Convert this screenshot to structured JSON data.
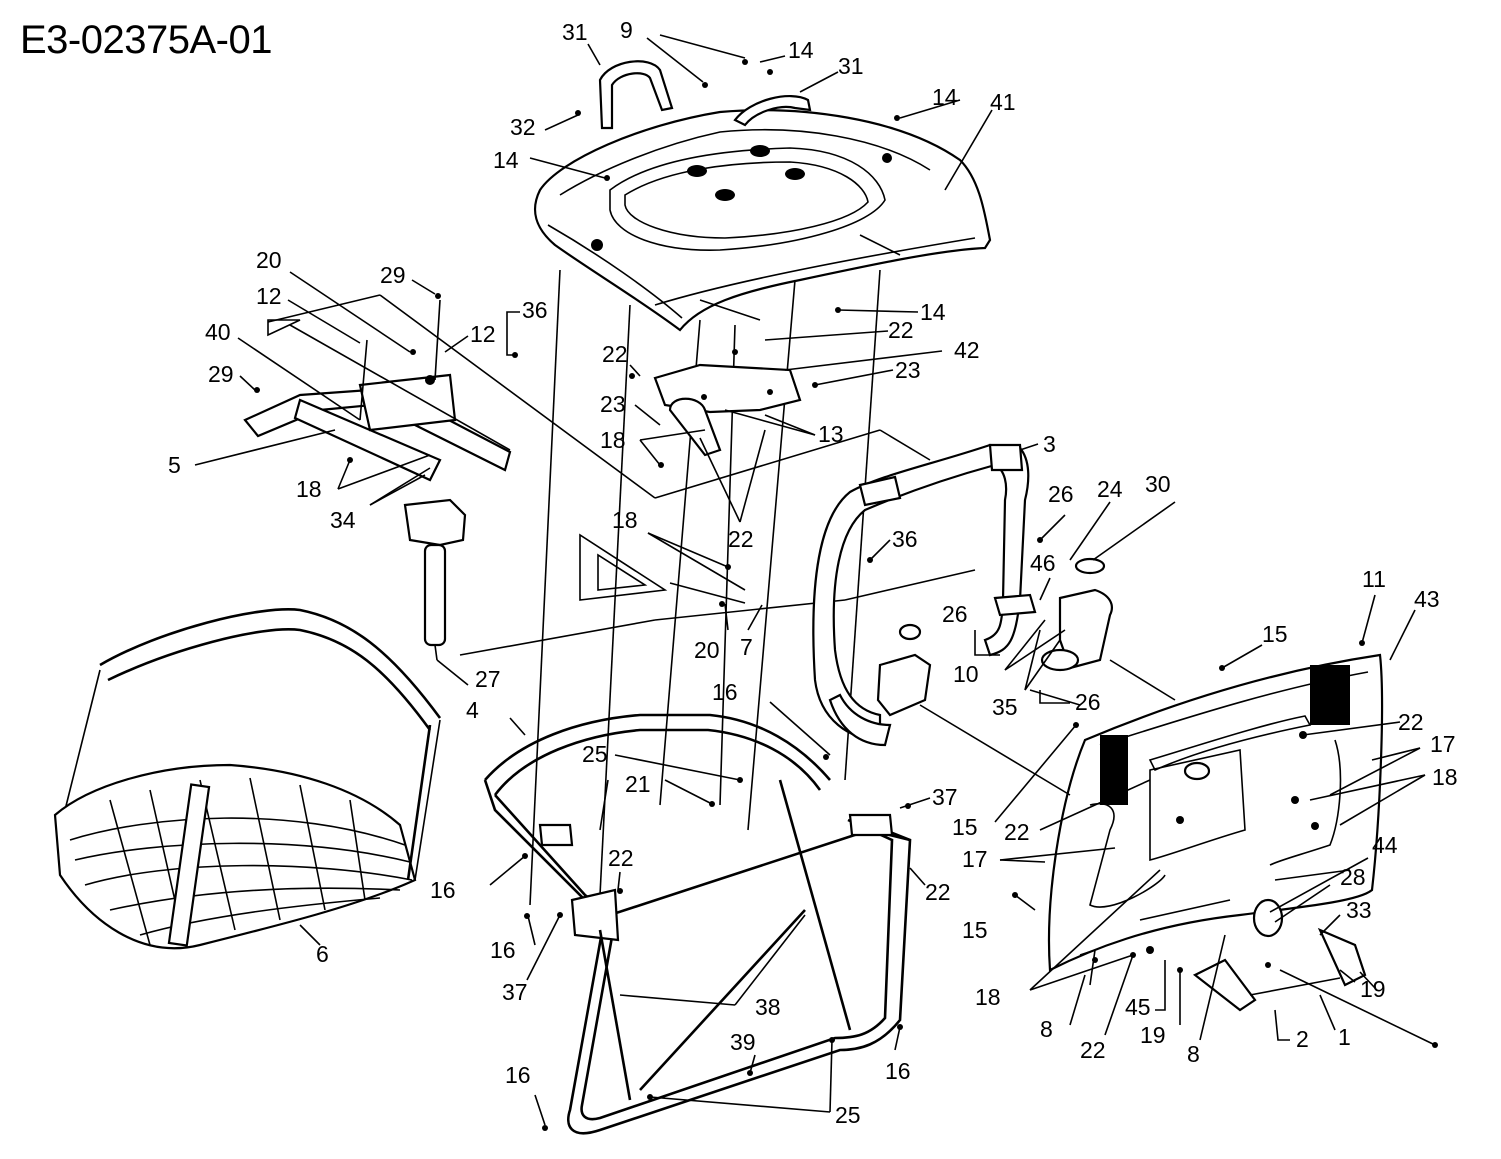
{
  "diagram_code": "E3-02375A-01",
  "callouts": [
    {
      "id": "c1",
      "text": "31"
    },
    {
      "id": "c2",
      "text": "9"
    },
    {
      "id": "c3",
      "text": "14"
    },
    {
      "id": "c4",
      "text": "31"
    },
    {
      "id": "c5",
      "text": "32"
    },
    {
      "id": "c6",
      "text": "14"
    },
    {
      "id": "c7",
      "text": "14"
    },
    {
      "id": "c8",
      "text": "41"
    },
    {
      "id": "c9",
      "text": "20"
    },
    {
      "id": "c10",
      "text": "29"
    },
    {
      "id": "c11",
      "text": "12"
    },
    {
      "id": "c12",
      "text": "36"
    },
    {
      "id": "c13",
      "text": "12"
    },
    {
      "id": "c14",
      "text": "40"
    },
    {
      "id": "c15",
      "text": "29"
    },
    {
      "id": "c16",
      "text": "14"
    },
    {
      "id": "c17",
      "text": "22"
    },
    {
      "id": "c18",
      "text": "22"
    },
    {
      "id": "c19",
      "text": "42"
    },
    {
      "id": "c20",
      "text": "23"
    },
    {
      "id": "c21",
      "text": "23"
    },
    {
      "id": "c22",
      "text": "18"
    },
    {
      "id": "c23",
      "text": "13"
    },
    {
      "id": "c24",
      "text": "5"
    },
    {
      "id": "c25",
      "text": "18"
    },
    {
      "id": "c26",
      "text": "34"
    },
    {
      "id": "c27",
      "text": "22"
    },
    {
      "id": "c28",
      "text": "3"
    },
    {
      "id": "c29",
      "text": "18"
    },
    {
      "id": "c30",
      "text": "36"
    },
    {
      "id": "c31",
      "text": "26"
    },
    {
      "id": "c32",
      "text": "24"
    },
    {
      "id": "c33",
      "text": "30"
    },
    {
      "id": "c34",
      "text": "46"
    },
    {
      "id": "c35",
      "text": "20"
    },
    {
      "id": "c36",
      "text": "7"
    },
    {
      "id": "c37",
      "text": "26"
    },
    {
      "id": "c38",
      "text": "11"
    },
    {
      "id": "c39",
      "text": "43"
    },
    {
      "id": "c40",
      "text": "10"
    },
    {
      "id": "c41",
      "text": "15"
    },
    {
      "id": "c42",
      "text": "27"
    },
    {
      "id": "c43",
      "text": "35"
    },
    {
      "id": "c44",
      "text": "26"
    },
    {
      "id": "c45",
      "text": "4"
    },
    {
      "id": "c46",
      "text": "16"
    },
    {
      "id": "c47",
      "text": "22"
    },
    {
      "id": "c48",
      "text": "25"
    },
    {
      "id": "c49",
      "text": "21"
    },
    {
      "id": "c50",
      "text": "17"
    },
    {
      "id": "c51",
      "text": "18"
    },
    {
      "id": "c52",
      "text": "37"
    },
    {
      "id": "c53",
      "text": "15"
    },
    {
      "id": "c54",
      "text": "22"
    },
    {
      "id": "c55",
      "text": "22"
    },
    {
      "id": "c56",
      "text": "17"
    },
    {
      "id": "c57",
      "text": "16"
    },
    {
      "id": "c58",
      "text": "22"
    },
    {
      "id": "c59",
      "text": "44"
    },
    {
      "id": "c60",
      "text": "15"
    },
    {
      "id": "c61",
      "text": "28"
    },
    {
      "id": "c62",
      "text": "16"
    },
    {
      "id": "c63",
      "text": "6"
    },
    {
      "id": "c64",
      "text": "37"
    },
    {
      "id": "c65",
      "text": "33"
    },
    {
      "id": "c66",
      "text": "18"
    },
    {
      "id": "c67",
      "text": "19"
    },
    {
      "id": "c68",
      "text": "38"
    },
    {
      "id": "c69",
      "text": "45"
    },
    {
      "id": "c70",
      "text": "8"
    },
    {
      "id": "c71",
      "text": "22"
    },
    {
      "id": "c72",
      "text": "19"
    },
    {
      "id": "c73",
      "text": "2"
    },
    {
      "id": "c74",
      "text": "1"
    },
    {
      "id": "c75",
      "text": "8"
    },
    {
      "id": "c76",
      "text": "39"
    },
    {
      "id": "c77",
      "text": "16"
    },
    {
      "id": "c78",
      "text": "16"
    },
    {
      "id": "c79",
      "text": "25"
    }
  ]
}
